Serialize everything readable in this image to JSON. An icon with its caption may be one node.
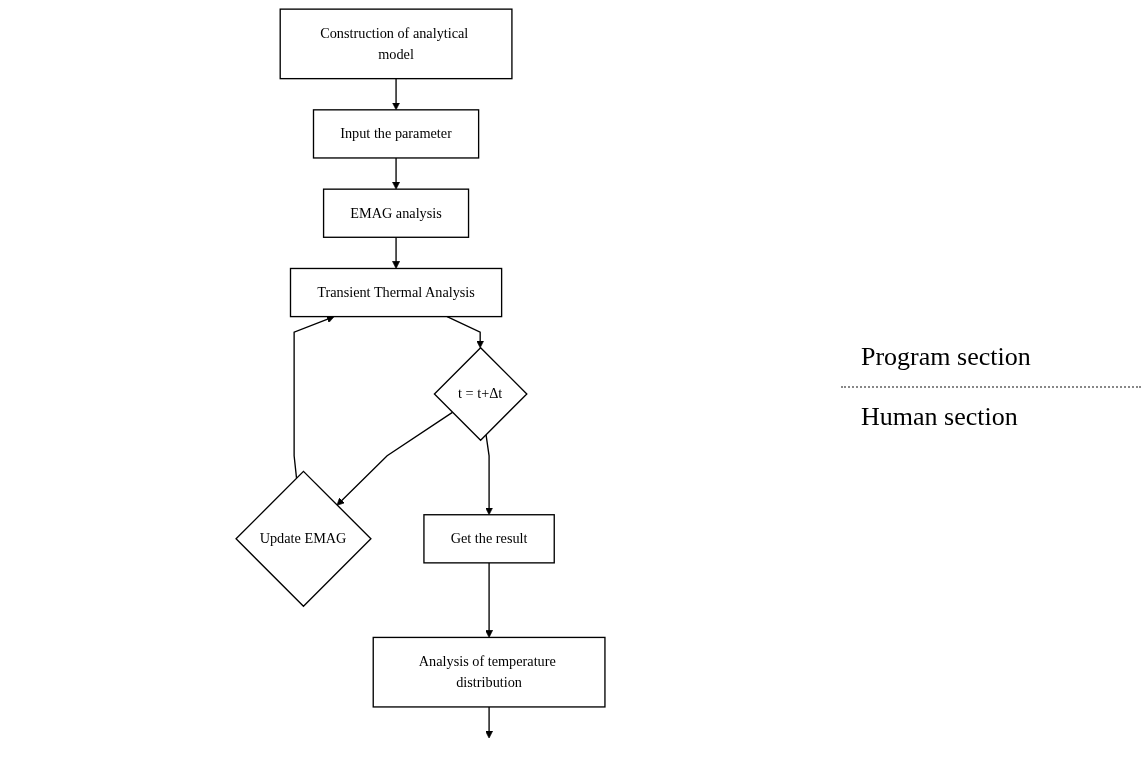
{
  "diagram": {
    "nodes": [
      {
        "text": [
          "Construction of analytical model"
        ]
      },
      {
        "text": [
          "Input the parameter"
        ]
      },
      {
        "text": [
          "EMAG analysis"
        ]
      },
      {
        "text": [
          "Transient Thermal Analysis"
        ]
      },
      {
        "text": [
          "t = t+Δt"
        ]
      },
      {
        "text": [
          "Update EMAG"
        ]
      },
      {
        "text": [
          "Get the result"
        ]
      },
      {
        "text": [
          "Analysis of temperature distribution"
        ]
      }
    ],
    "edges": [
      {
        "from": 0,
        "to": 1,
        "arrow": "to"
      },
      {
        "from": 1,
        "to": 2,
        "arrow": "to"
      },
      {
        "from": 2,
        "to": 3,
        "arrow": "to"
      },
      {
        "from": 3,
        "to": 4,
        "arrow": "to"
      },
      {
        "from": 4,
        "to": 5,
        "arrow": "to"
      },
      {
        "from": 5,
        "to": 3,
        "arrow": "to"
      },
      {
        "from": 4,
        "to": 6,
        "arrow": "to"
      },
      {
        "from": 6,
        "to": 7,
        "arrow": "to"
      },
      {
        "from": 7,
        "to": null,
        "arrow": "to"
      }
    ],
    "labels": [
      "Program section",
      "Human section"
    ]
  }
}
